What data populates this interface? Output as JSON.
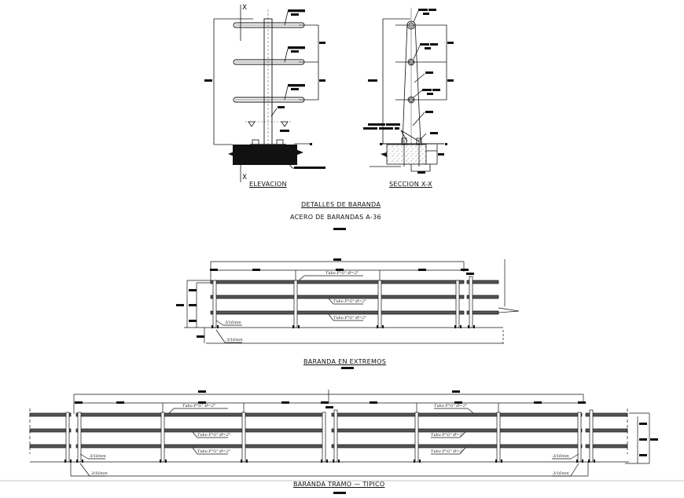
{
  "drawing": {
    "background": "#ffffff",
    "line_color": "#111111",
    "views": {
      "elevacion": {
        "title": "ELEVACION",
        "section_mark": "X"
      },
      "seccion": {
        "title": "SECCION  X-X"
      },
      "detalles": {
        "title": "DETALLES DE BARANDA",
        "subtitle": "ACERO DE BARANDAS A-36"
      },
      "extremos": {
        "title": "BARANDA  EN  EXTREMOS",
        "tube_labels": [
          "Tubo F°G° Ø=2\"",
          "Tubo F°G° Ø=2\"",
          "Tubo F°G° Ø=2\""
        ],
        "weld_labels": [
          "3/16mm",
          "3/16mm"
        ]
      },
      "tramo": {
        "title": "BARANDA  TRAMO  —   TIPICO",
        "tube_labels_left": [
          "Tubo F°G° Ø=2\"",
          "Tubo F°G° Ø=2\"",
          "Tubo F°G° Ø=2\""
        ],
        "tube_labels_right": [
          "Tubo F°G° Ø=2\"",
          "Tubo F°G° Ø=2\"",
          "Tubo F°G° Ø=2\""
        ],
        "weld_labels_left": [
          "3/16mm",
          "3/16mm"
        ],
        "weld_labels_right": [
          "3/16mm",
          "3/16mm"
        ]
      }
    }
  }
}
